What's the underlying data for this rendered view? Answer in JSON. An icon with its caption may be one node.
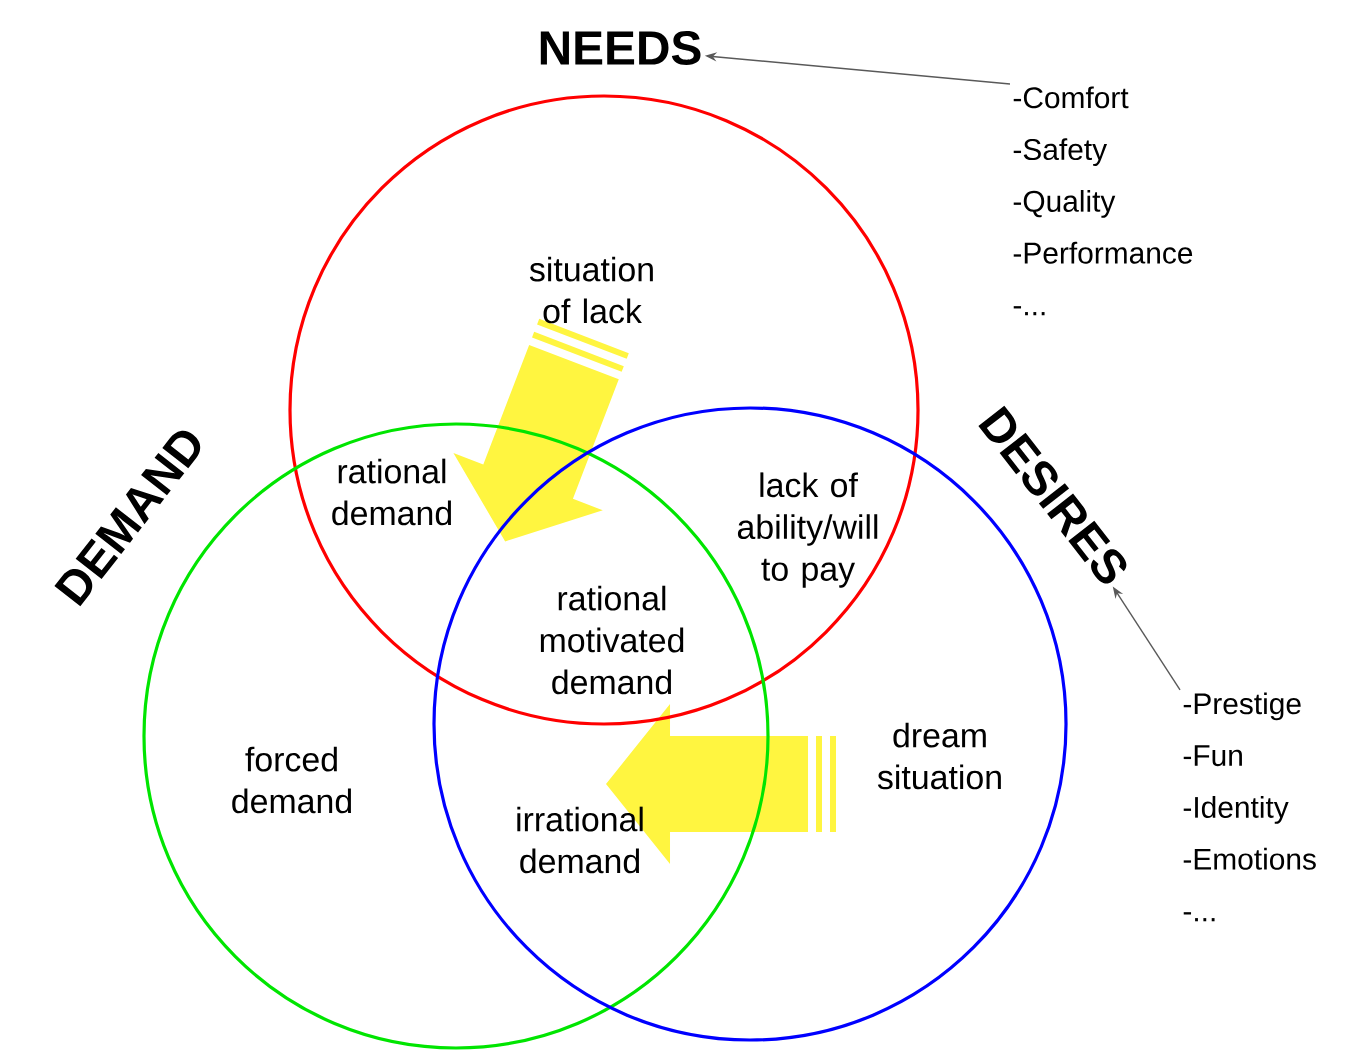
{
  "diagram": {
    "nodes": [
      {
        "text": [
          "NEEDS"
        ]
      },
      {
        "text": [
          "-Comfort",
          "-Safety",
          "-Quality",
          "-Performance",
          "-..."
        ]
      },
      {
        "text": [
          "DESIRES"
        ]
      },
      {
        "text": [
          "-Prestige",
          "-Fun",
          "-Identity",
          "-Emotions",
          "-..."
        ]
      }
    ],
    "edges": [
      {
        "from": 1,
        "to": 0,
        "arrow": "to"
      },
      {
        "from": 3,
        "to": 2,
        "arrow": "to"
      }
    ],
    "labels": [
      "situation of lack",
      "DEMAND",
      "rational demand",
      "lack of ability/will to pay",
      "rational motivated demand",
      "forced demand",
      "dream situation",
      "irrational demand"
    ]
  }
}
